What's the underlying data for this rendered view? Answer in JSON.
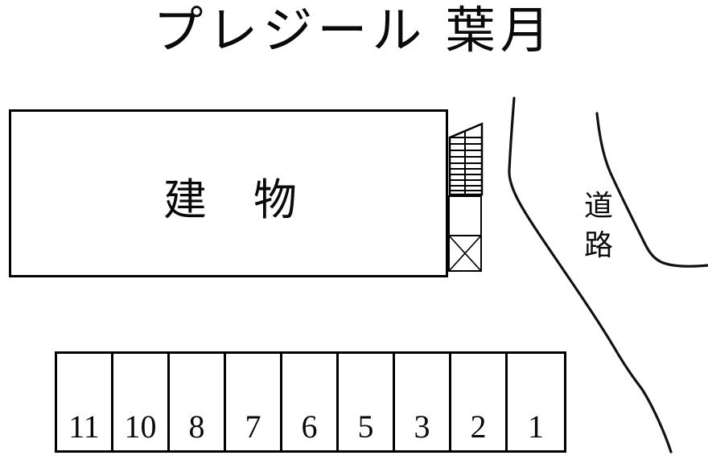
{
  "title": {
    "text": "プレジール 葉月"
  },
  "building": {
    "label": "建　物",
    "annex": {
      "stairs_name": "stairs",
      "entry_box_name": "entry-box",
      "utility_box_name": "utility-box",
      "stair_step_count": 11
    }
  },
  "parking": {
    "spaces": [
      {
        "number": "11"
      },
      {
        "number": "10"
      },
      {
        "number": "8"
      },
      {
        "number": "7"
      },
      {
        "number": "6"
      },
      {
        "number": "5"
      },
      {
        "number": "3"
      },
      {
        "number": "2"
      },
      {
        "number": "1"
      }
    ]
  },
  "road": {
    "label_chars": [
      "道",
      "路"
    ],
    "label_text": "道路"
  },
  "colors": {
    "line": "#000000",
    "text": "#0a0a0a",
    "background": "#ffffff"
  }
}
